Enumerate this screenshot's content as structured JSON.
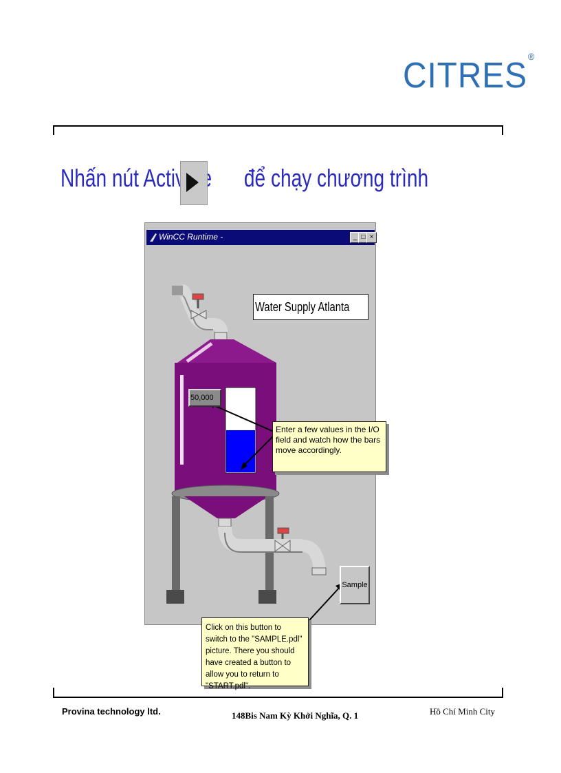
{
  "logo": {
    "text": "CITRES",
    "mark": "®"
  },
  "title": {
    "before": "Nhấn nút Activate",
    "after": "để chạy chương trình",
    "button_icon": "play-triangle-icon"
  },
  "window": {
    "title": "WinCC Runtime -",
    "buttons": {
      "minimize": "_",
      "maximize": "□",
      "close": "×"
    },
    "header_field": "Water Supply Atlanta",
    "io_value": "50,000",
    "tank_level": 0.5,
    "callout_io": "Enter a few values in the I/O field and watch how the bars move accordingly.",
    "callout_button": "Click on this button to switch to the \"SAMPLE.pdl\" picture. There you should have created a button to allow you to return to \"START.pdl\".",
    "sample_button": "Sample"
  },
  "footer": {
    "left": "Provina technology ltd.",
    "center": "148Bis Nam Kỳ Khởi Nghĩa, Q. 1",
    "right": "Hồ Chí Minh City"
  },
  "colors": {
    "title_blue": "#2a2ac0",
    "logo_blue": "#2f6fb4",
    "tank_purple": "#7a0e7a",
    "water_blue": "#0000ff",
    "callout_yellow": "#ffffc8"
  }
}
